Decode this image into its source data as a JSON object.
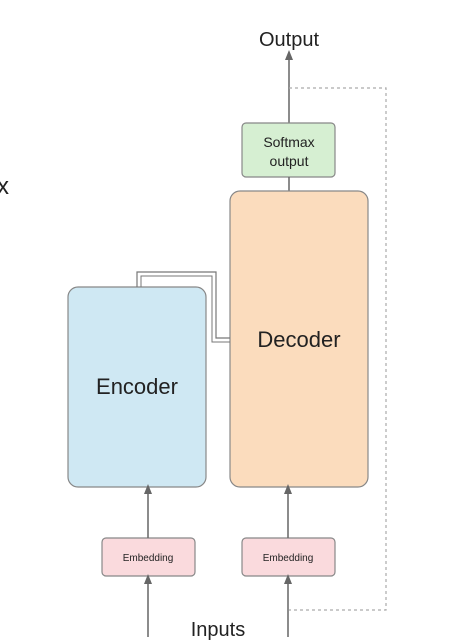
{
  "labels": {
    "output": "Output",
    "inputs": "Inputs",
    "softmax_line1": "Softmax",
    "softmax_line2": "output",
    "decoder": "Decoder",
    "encoder": "Encoder",
    "embedding_left": "Embedding",
    "embedding_right": "Embedding",
    "edge_glyph": "x"
  },
  "colors": {
    "encoder_fill": "#cfe8f3",
    "decoder_fill": "#fbdcbd",
    "softmax_fill": "#d6efd2",
    "embedding_fill": "#fadadd",
    "stroke": "#888888",
    "arrow": "#666666",
    "dotted": "#aaaaaa"
  }
}
